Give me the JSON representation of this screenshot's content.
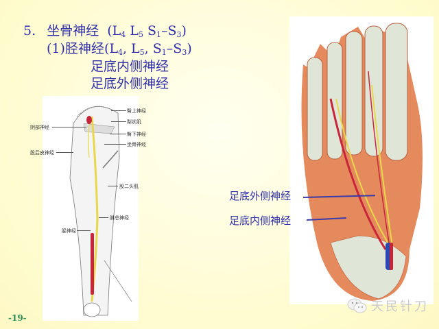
{
  "slide": {
    "heading": {
      "number": "5.",
      "title": "坐骨神经",
      "roots": "(L4 L5 S1–S3)"
    },
    "subheading": {
      "index": "(1)",
      "title": "胫神经",
      "roots": "(L4, L5, S1–S3)"
    },
    "branches": [
      "足底内侧神经",
      "足底外侧神经"
    ],
    "page_number": "-19-"
  },
  "leg_figure": {
    "labels_right": [
      "臀上神经",
      "梨状肌",
      "臀下神经",
      "坐骨神经",
      "股二头肌",
      "腓总神经"
    ],
    "labels_left": [
      "阴部神经",
      "股后皮神经",
      "胫神经"
    ]
  },
  "foot_figure": {
    "labels": [
      "足底外侧神经",
      "足底内侧神经"
    ]
  },
  "watermark": {
    "icon": "wechat-icon",
    "text": "天民针刀"
  },
  "colors": {
    "background": "#fffcd0",
    "title_text": "#2e2ea8",
    "page_number": "#2a8a5a",
    "nerve": "#e8d84a",
    "artery": "#c8243a"
  }
}
